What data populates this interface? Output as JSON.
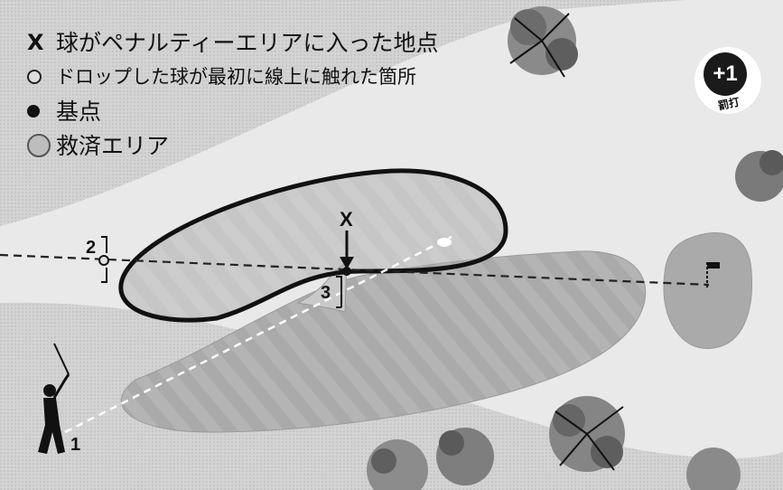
{
  "legend": [
    {
      "symbol": "X",
      "label": "球がペナルティーエリアに入った地点"
    },
    {
      "symbol": "hollow-dot",
      "label": "ドロップした球が最初に線上に触れた箇所"
    },
    {
      "symbol": "solid-dot",
      "label": "基点"
    },
    {
      "symbol": "relief-area",
      "label": "救済エリア"
    }
  ],
  "penalty_badge": {
    "value": "+1",
    "label": "罰打"
  },
  "markers": {
    "x_marker": "X",
    "point_1": "1",
    "point_2": "2",
    "point_3": "3"
  },
  "colors": {
    "background": "#d9d9d9",
    "fairway": "#e9e9e9",
    "bunker": "#a9a9a9",
    "penalty_outline": "#111111",
    "relief_area": "#bdbdbd"
  },
  "icons": [
    "golfer-icon",
    "tree-icon",
    "flag-icon",
    "ball-icon"
  ]
}
